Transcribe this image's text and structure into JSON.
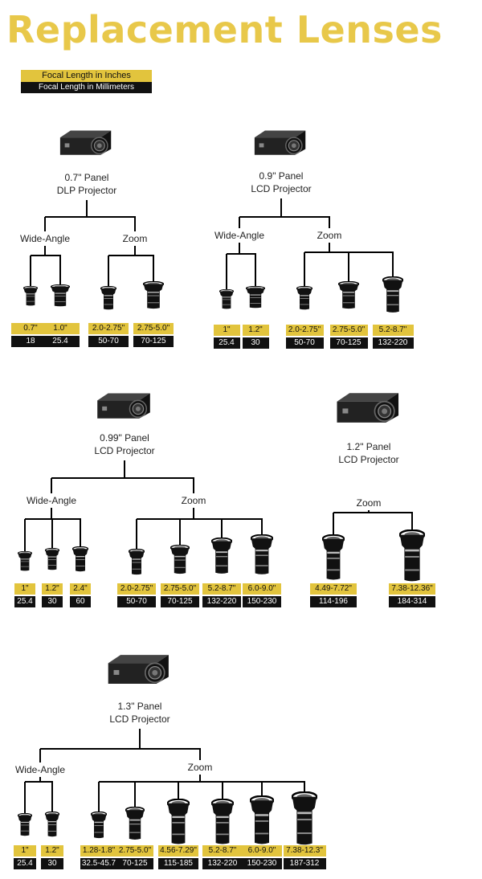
{
  "title": "Replacement Lenses",
  "legend": {
    "inches": "Focal Length in Inches",
    "millimeters": "Focal Length in Millimeters"
  },
  "colors": {
    "title": "#e8c84a",
    "inch_box": "#e2c43d",
    "mm_box": "#111111",
    "line": "#000000"
  },
  "projectors": [
    {
      "panel": "0.7\" Panel",
      "type": "DLP Projector",
      "groups": [
        {
          "name": "Wide-Angle",
          "lenses": [
            {
              "inch": "0.7\"",
              "mm": "18"
            },
            {
              "inch": "1.0\"",
              "mm": "25.4"
            }
          ]
        },
        {
          "name": "Zoom",
          "lenses": [
            {
              "inch": "2.0-2.75\"",
              "mm": "50-70"
            },
            {
              "inch": "2.75-5.0\"",
              "mm": "70-125"
            }
          ]
        }
      ]
    },
    {
      "panel": "0.9\" Panel",
      "type": "LCD Projector",
      "groups": [
        {
          "name": "Wide-Angle",
          "lenses": [
            {
              "inch": "1\"",
              "mm": "25.4"
            },
            {
              "inch": "1.2\"",
              "mm": "30"
            }
          ]
        },
        {
          "name": "Zoom",
          "lenses": [
            {
              "inch": "2.0-2.75\"",
              "mm": "50-70"
            },
            {
              "inch": "2.75-5.0\"",
              "mm": "70-125"
            },
            {
              "inch": "5.2-8.7\"",
              "mm": "132-220"
            }
          ]
        }
      ]
    },
    {
      "panel": "0.99\" Panel",
      "type": "LCD Projector",
      "groups": [
        {
          "name": "Wide-Angle",
          "lenses": [
            {
              "inch": "1\"",
              "mm": "25.4"
            },
            {
              "inch": "1.2\"",
              "mm": "30"
            },
            {
              "inch": "2.4\"",
              "mm": "60"
            }
          ]
        },
        {
          "name": "Zoom",
          "lenses": [
            {
              "inch": "2.0-2.75\"",
              "mm": "50-70"
            },
            {
              "inch": "2.75-5.0\"",
              "mm": "70-125"
            },
            {
              "inch": "5.2-8.7\"",
              "mm": "132-220"
            },
            {
              "inch": "6.0-9.0\"",
              "mm": "150-230"
            }
          ]
        }
      ]
    },
    {
      "panel": "1.2\" Panel",
      "type": "LCD Projector",
      "groups": [
        {
          "name": "Zoom",
          "lenses": [
            {
              "inch": "4.49-7.72\"",
              "mm": "114-196"
            },
            {
              "inch": "7.38-12.36\"",
              "mm": "184-314"
            }
          ]
        }
      ]
    },
    {
      "panel": "1.3\" Panel",
      "type": "LCD Projector",
      "groups": [
        {
          "name": "Wide-Angle",
          "lenses": [
            {
              "inch": "1\"",
              "mm": "25.4"
            },
            {
              "inch": "1.2\"",
              "mm": "30"
            }
          ]
        },
        {
          "name": "Zoom",
          "lenses": [
            {
              "inch": "1.28-1.8\"",
              "mm": "32.5-45.7"
            },
            {
              "inch": "2.75-5.0\"",
              "mm": "70-125"
            },
            {
              "inch": "4.56-7.29\"",
              "mm": "115-185"
            },
            {
              "inch": "5.2-8.7\"",
              "mm": "132-220"
            },
            {
              "inch": "6.0-9.0\"",
              "mm": "150-230"
            },
            {
              "inch": "7.38-12.3\"",
              "mm": "187-312"
            }
          ]
        }
      ]
    }
  ]
}
